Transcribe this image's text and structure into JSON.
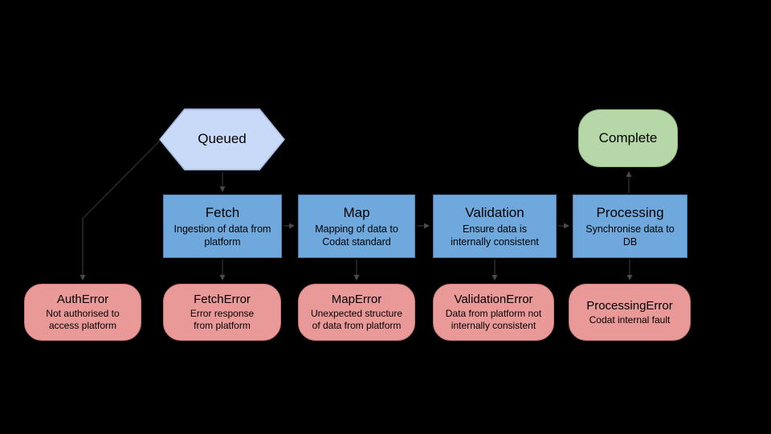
{
  "diagram": {
    "title_hint": "Data sync pipeline states and errors",
    "background_color": "#000000",
    "colors": {
      "queued_fill": "#c9daf8",
      "complete_fill": "#b6d7a8",
      "stage_fill": "#6fa8dc",
      "error_fill": "#ea9999",
      "text": "#000000",
      "connector": "#2a2a2a",
      "arrowhead": "#4a4a4a"
    },
    "states": {
      "queued": {
        "label": "Queued",
        "shape": "hexagon"
      },
      "complete": {
        "label": "Complete",
        "shape": "rounded-rectangle"
      }
    },
    "stages": [
      {
        "title": "Fetch",
        "description": "Ingestion of data from\nplatform"
      },
      {
        "title": "Map",
        "description": "Mapping of data to\nCodat standard"
      },
      {
        "title": "Validation",
        "description": "Ensure data is\ninternally consistent"
      },
      {
        "title": "Processing",
        "description": "Synchronise data to\nDB"
      }
    ],
    "errors": [
      {
        "title": "AuthError",
        "description": "Not authorised to\naccess platform"
      },
      {
        "title": "FetchError",
        "description": "Error response\nfrom platform"
      },
      {
        "title": "MapError",
        "description": "Unexpected structure\nof data from platform"
      },
      {
        "title": "ValidationError",
        "description": "Data from platform not\ninternally consistent"
      },
      {
        "title": "ProcessingError",
        "description": "Codat internal fault"
      }
    ],
    "connections": [
      {
        "from": "Queued",
        "to": "Fetch"
      },
      {
        "from": "Queued",
        "to": "AuthError"
      },
      {
        "from": "Fetch",
        "to": "Map"
      },
      {
        "from": "Map",
        "to": "Validation"
      },
      {
        "from": "Validation",
        "to": "Processing"
      },
      {
        "from": "Processing",
        "to": "Complete"
      },
      {
        "from": "Fetch",
        "to": "FetchError"
      },
      {
        "from": "Map",
        "to": "MapError"
      },
      {
        "from": "Validation",
        "to": "ValidationError"
      },
      {
        "from": "Processing",
        "to": "ProcessingError"
      }
    ]
  }
}
